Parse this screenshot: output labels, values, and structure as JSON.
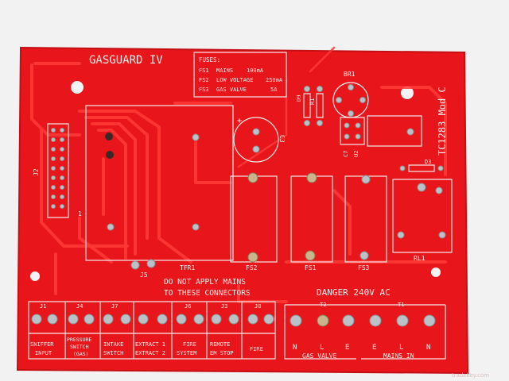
{
  "board": {
    "title": "GASGUARD IV",
    "model": "TC1283 Mod C",
    "warning_connectors_line1": "DO NOT APPLY MAINS",
    "warning_connectors_line2": "TO THESE CONNECTORS",
    "danger": "DANGER 240V AC"
  },
  "fuses": {
    "heading": "FUSES:",
    "rows": [
      {
        "id": "FS1",
        "desc": "MAINS",
        "rating": "100mA"
      },
      {
        "id": "FS2",
        "desc": "LOW VOLTAGE",
        "rating": "250mA"
      },
      {
        "id": "FS3",
        "desc": "GAS VALVE",
        "rating": "5A"
      }
    ]
  },
  "refs": {
    "j2": "J2",
    "pin1": "1",
    "j5": "J5",
    "tfr1": "TFR1",
    "c3": "C3",
    "plus": "+",
    "br1": "BR1",
    "d9": "D9",
    "r1": "R1",
    "c7": "C7",
    "u2": "U2",
    "d3": "D3",
    "fs1": "FS1",
    "fs2": "FS2",
    "fs3": "FS3",
    "rl1": "RL1",
    "t1": "T1",
    "t2": "T2"
  },
  "connectors": [
    {
      "ref": "J1",
      "line1": "SNIFFER",
      "line2": "INPUT"
    },
    {
      "ref": "J4",
      "line1": "PRESSURE",
      "line2": "SWITCH",
      "line3": "(GAS)"
    },
    {
      "ref": "J7",
      "line1": "INTAKE",
      "line2": "SWITCH"
    },
    {
      "ref": "",
      "line1": "EXTRACT 1",
      "line2": "EXTRACT 2"
    },
    {
      "ref": "J6",
      "line1": "FIRE",
      "line2": "SYSTEM"
    },
    {
      "ref": "J3",
      "line1": "REMOTE",
      "line2": "EM STOP"
    },
    {
      "ref": "J8",
      "line1": "FIRE",
      "line2": ""
    }
  ],
  "terminal_letters": {
    "gas_valve": [
      "N",
      "L",
      "E"
    ],
    "mains_in": [
      "E",
      "L",
      "N"
    ]
  },
  "terminal_labels": {
    "gas_valve": "GAS VALVE",
    "mains_in": "MAINS IN"
  },
  "watermark": "tradekey.com",
  "colors": {
    "board": "#e8161b",
    "background": "#f3f3f3",
    "silkscreen": "#f4ecec"
  }
}
